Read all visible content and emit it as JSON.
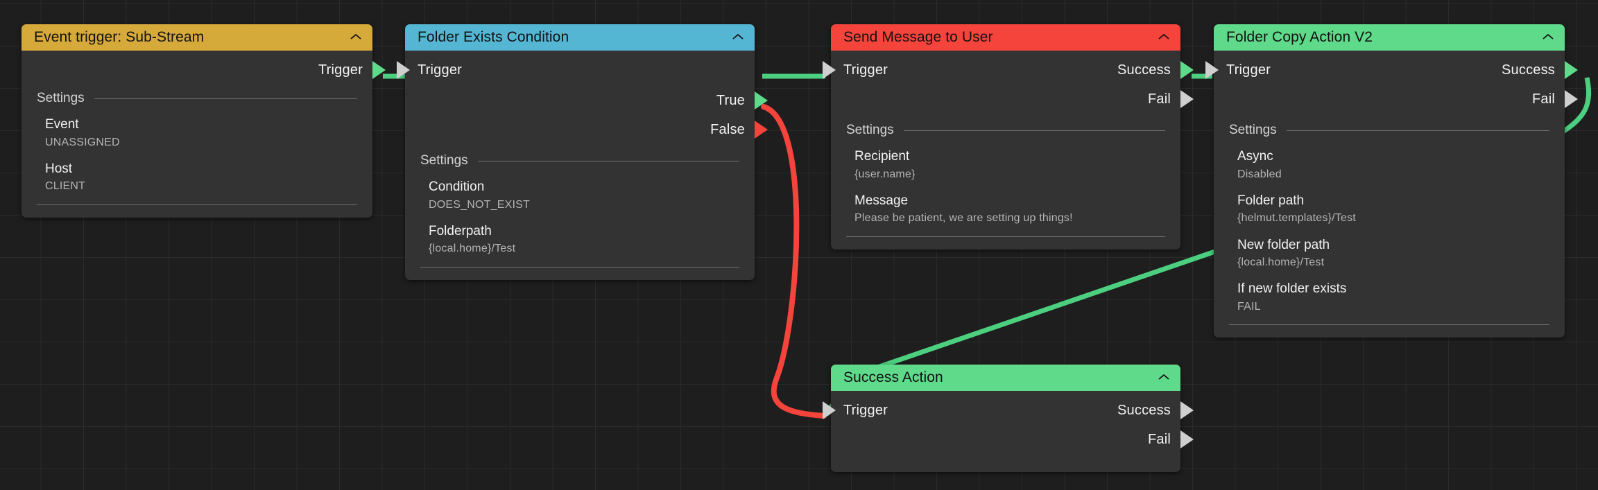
{
  "canvas": {
    "background": "#1e1e1e",
    "grid_color": "#2b2b2b"
  },
  "colors": {
    "trigger_yellow": "#d6a93b",
    "condition_blue": "#55b6d4",
    "action_red": "#f4443c",
    "action_green": "#5fd98a",
    "wire_green": "#4cd080",
    "wire_red": "#f4443c",
    "node_body": "#333333"
  },
  "nodes": [
    {
      "id": "event-trigger-sub-stream",
      "title": "Event trigger: Sub-Stream",
      "header_color": "#d6a93b",
      "collapse_icon": "chevron-up-icon",
      "inputs": [],
      "outputs": [
        {
          "label": "Trigger",
          "state": "connected"
        }
      ],
      "settings_label": "Settings",
      "fields": [
        {
          "name": "Event",
          "value": "UNASSIGNED"
        },
        {
          "name": "Host",
          "value": "CLIENT"
        }
      ]
    },
    {
      "id": "folder-exists-condition",
      "title": "Folder Exists Condition",
      "header_color": "#55b6d4",
      "collapse_icon": "chevron-up-icon",
      "inputs": [
        {
          "label": "Trigger",
          "state": "connected"
        }
      ],
      "outputs": [
        {
          "label": "True",
          "state": "connected"
        },
        {
          "label": "False",
          "state": "connected-red"
        }
      ],
      "settings_label": "Settings",
      "fields": [
        {
          "name": "Condition",
          "value": "DOES_NOT_EXIST"
        },
        {
          "name": "Folderpath",
          "value": "{local.home}/Test"
        }
      ]
    },
    {
      "id": "send-message-to-user",
      "title": "Send Message to User",
      "header_color": "#f4443c",
      "collapse_icon": "chevron-up-icon",
      "inputs": [
        {
          "label": "Trigger",
          "state": "connected"
        }
      ],
      "outputs": [
        {
          "label": "Success",
          "state": "connected"
        },
        {
          "label": "Fail",
          "state": "idle"
        }
      ],
      "settings_label": "Settings",
      "fields": [
        {
          "name": "Recipient",
          "value": "{user.name}"
        },
        {
          "name": "Message",
          "value": "Please be patient, we are setting up things!"
        }
      ]
    },
    {
      "id": "folder-copy-action-v2",
      "title": "Folder Copy Action V2",
      "header_color": "#5fd98a",
      "collapse_icon": "chevron-up-icon",
      "inputs": [
        {
          "label": "Trigger",
          "state": "connected"
        }
      ],
      "outputs": [
        {
          "label": "Success",
          "state": "connected"
        },
        {
          "label": "Fail",
          "state": "idle"
        }
      ],
      "settings_label": "Settings",
      "fields": [
        {
          "name": "Async",
          "value": "Disabled"
        },
        {
          "name": "Folder path",
          "value": "{helmut.templates}/Test"
        },
        {
          "name": "New folder path",
          "value": "{local.home}/Test"
        },
        {
          "name": "If new folder exists",
          "value": "FAIL"
        }
      ]
    },
    {
      "id": "success-action",
      "title": "Success Action",
      "header_color": "#5fd98a",
      "collapse_icon": "chevron-up-icon",
      "inputs": [
        {
          "label": "Trigger",
          "state": "connected"
        }
      ],
      "outputs": [
        {
          "label": "Success",
          "state": "idle"
        },
        {
          "label": "Fail",
          "state": "idle"
        }
      ],
      "settings_label": "",
      "fields": []
    }
  ],
  "connections": [
    {
      "from": "event-trigger-sub-stream.Trigger",
      "to": "folder-exists-condition.Trigger",
      "color": "#4cd080"
    },
    {
      "from": "folder-exists-condition.True",
      "to": "send-message-to-user.Trigger",
      "color": "#4cd080"
    },
    {
      "from": "folder-exists-condition.False",
      "to": "success-action.Trigger",
      "color": "#f4443c"
    },
    {
      "from": "send-message-to-user.Success",
      "to": "folder-copy-action-v2.Trigger",
      "color": "#4cd080"
    },
    {
      "from": "folder-copy-action-v2.Success",
      "to": "success-action.Trigger",
      "color": "#4cd080"
    }
  ]
}
